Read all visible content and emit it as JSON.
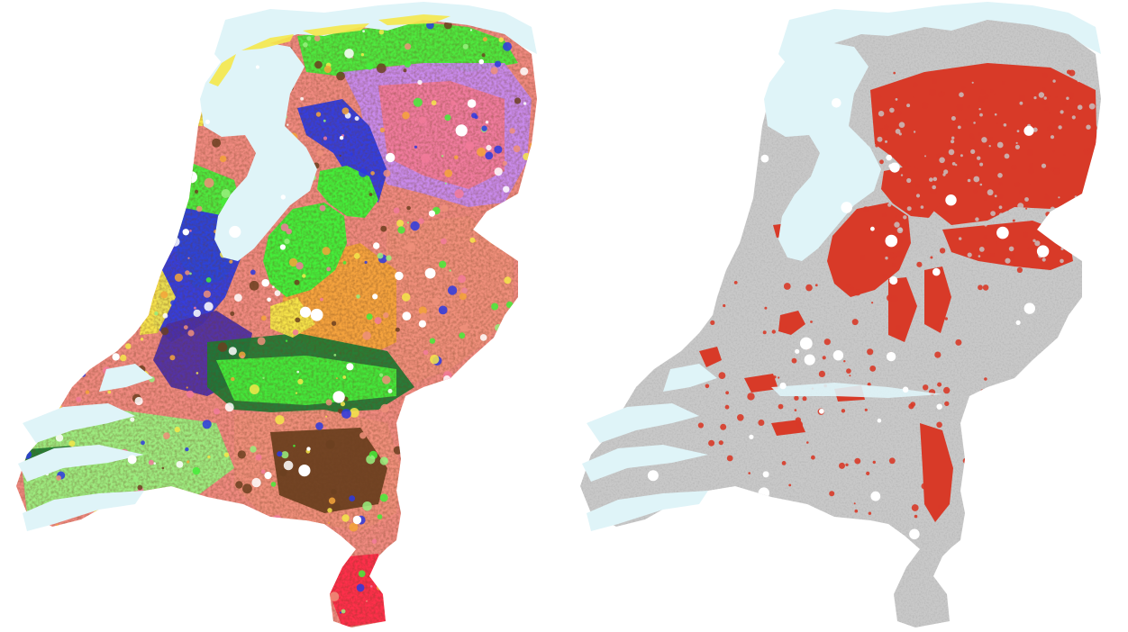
{
  "figure": {
    "panels": [
      {
        "id": "left",
        "map_type": "categorical soil-type map of the Netherlands",
        "colors": {
          "water": "#dff4f8",
          "land_default": "#f08a80",
          "green": "#44ee3a",
          "light_green": "#98f07e",
          "dark_green": "#1e7a34",
          "blue": "#2b3ae0",
          "purple": "#4b2ea8",
          "pink": "#f27a9a",
          "violet": "#c58af0",
          "yellow": "#f5e84a",
          "orange": "#f4a43a",
          "salmon": "#ef8f7a",
          "brown": "#6b4020",
          "red": "#ff2a48",
          "white": "#ffffff"
        }
      },
      {
        "id": "right",
        "map_type": "binary highlight map of the Netherlands",
        "colors": {
          "water": "#dff4f8",
          "land": "#c8c8c8",
          "highlight": "#d83a28",
          "white": "#ffffff"
        }
      }
    ]
  }
}
